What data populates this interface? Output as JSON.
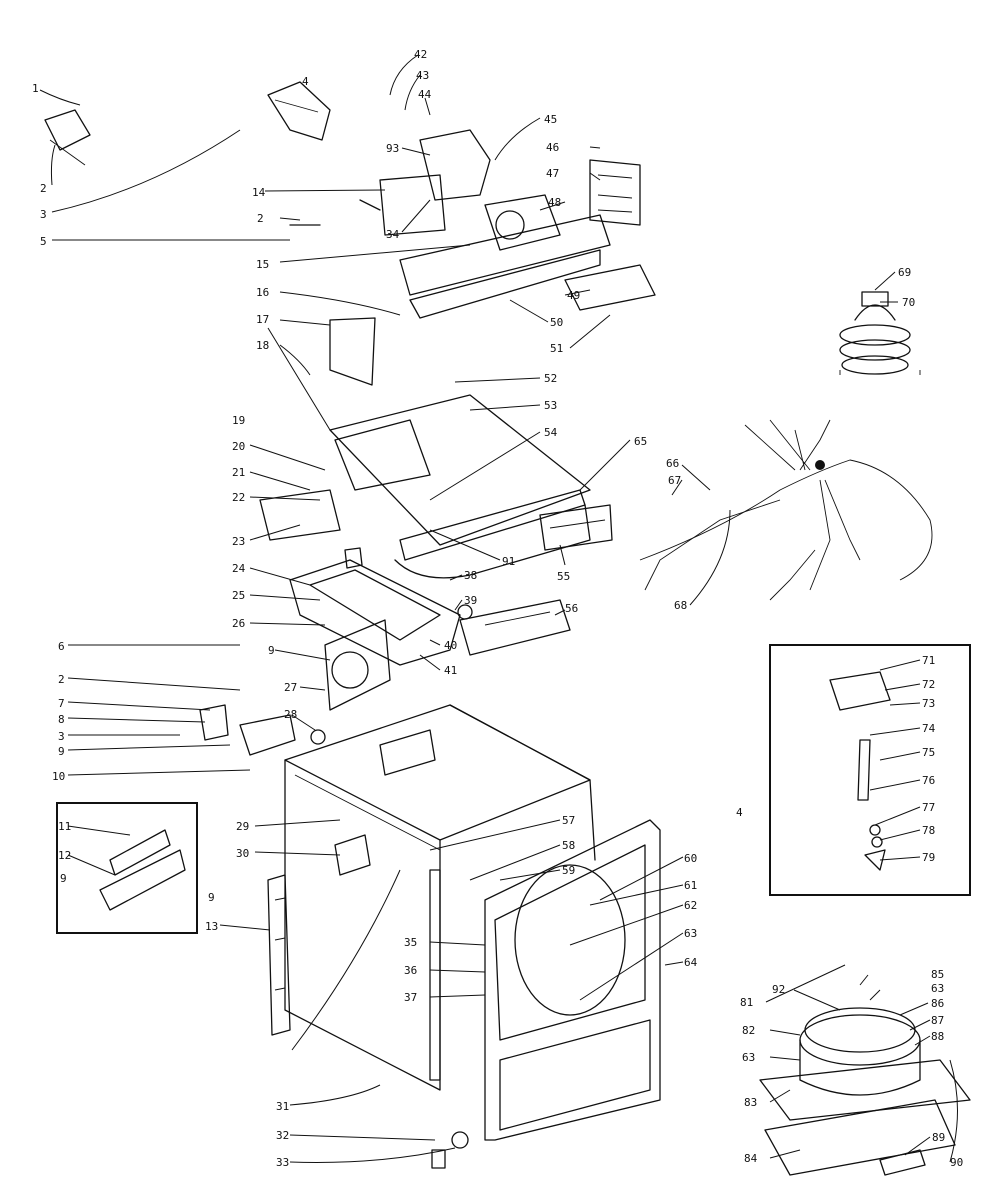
{
  "diagram": {
    "callouts": [
      "1",
      "2",
      "3",
      "5",
      "2",
      "14",
      "15",
      "16",
      "17",
      "18",
      "19",
      "20",
      "21",
      "22",
      "23",
      "24",
      "25",
      "26",
      "6",
      "2",
      "7",
      "8",
      "3",
      "9",
      "10",
      "9",
      "27",
      "28",
      "11",
      "12",
      "9",
      "13",
      "29",
      "30",
      "9",
      "31",
      "32",
      "33",
      "42",
      "43",
      "44",
      "45",
      "46",
      "47",
      "48",
      "93",
      "34",
      "49",
      "50",
      "51",
      "52",
      "53",
      "54",
      "55",
      "56",
      "65",
      "66",
      "67",
      "68",
      "91",
      "38",
      "39",
      "40",
      "41",
      "57",
      "58",
      "59",
      "60",
      "61",
      "62",
      "63",
      "64",
      "35",
      "36",
      "37",
      "69",
      "70",
      "71",
      "72",
      "73",
      "74",
      "75",
      "76",
      "77",
      "78",
      "79",
      "4",
      "81",
      "92",
      "85",
      "63",
      "86",
      "87",
      "88",
      "82",
      "63",
      "83",
      "84",
      "89",
      "90",
      "4"
    ]
  }
}
